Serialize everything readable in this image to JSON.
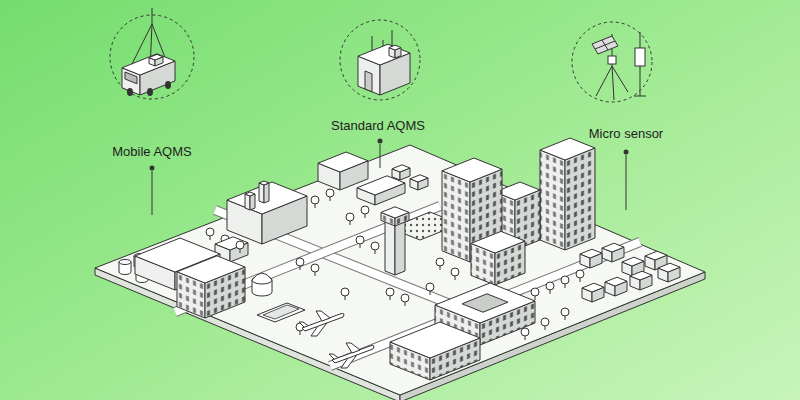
{
  "diagram": {
    "labels": [
      "Mobile AQMS",
      "Standard AQMS",
      "Micro sensor"
    ]
  }
}
